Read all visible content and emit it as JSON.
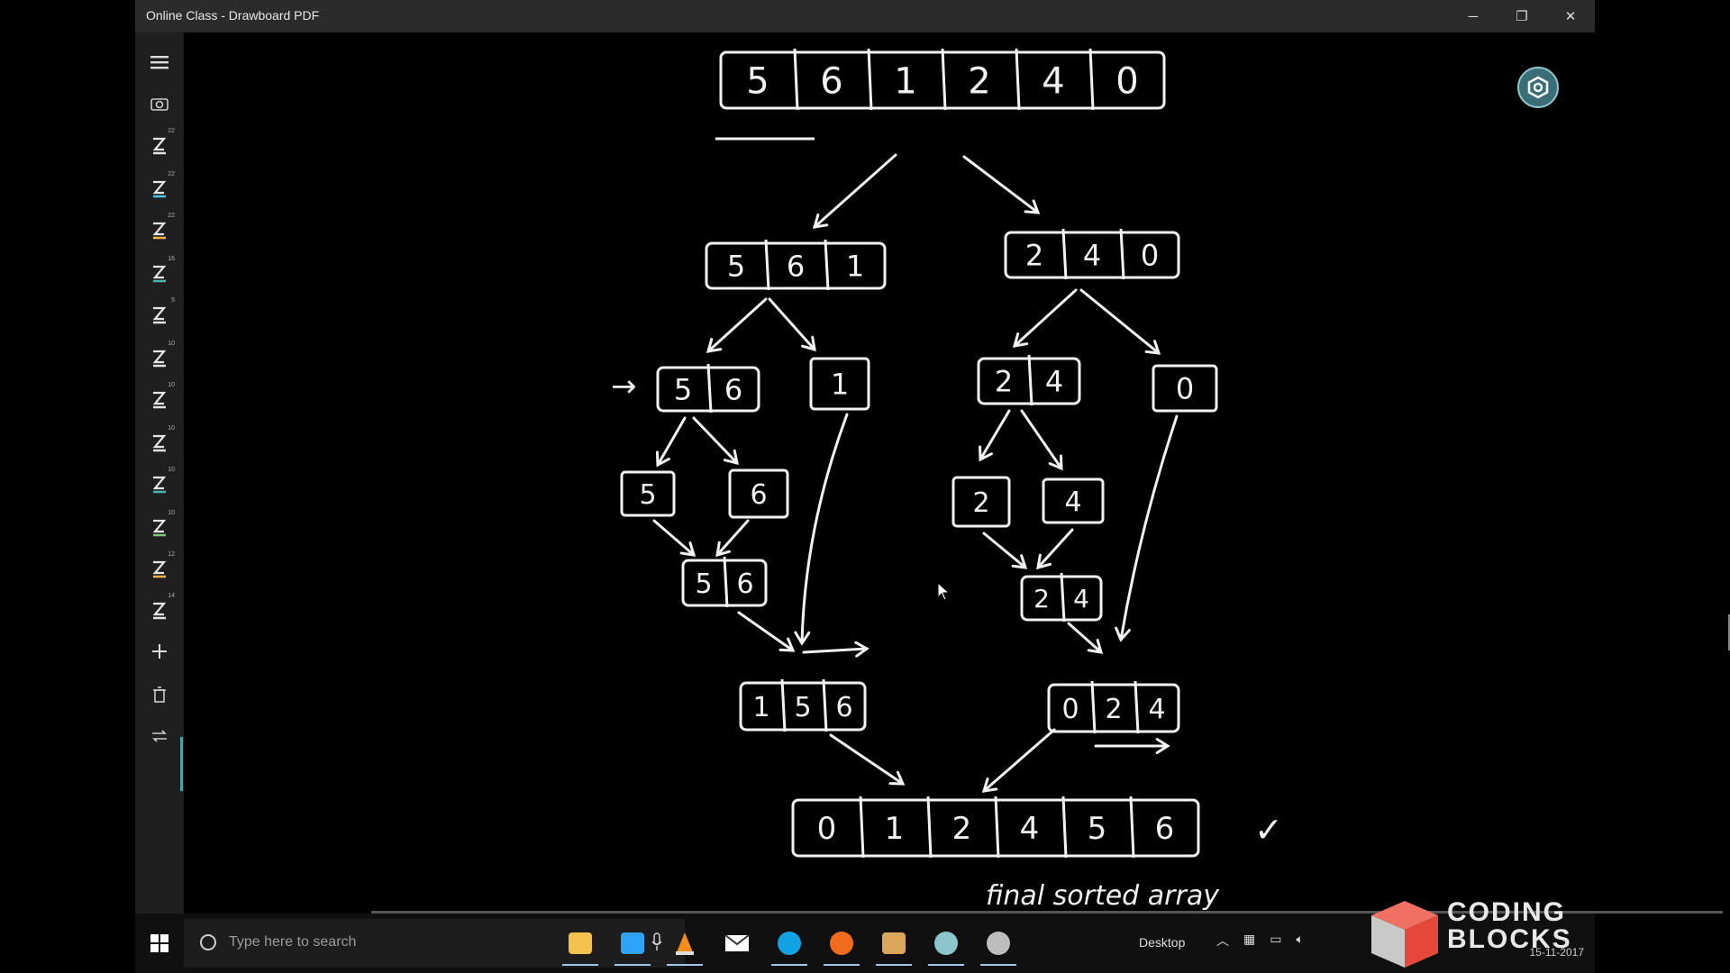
{
  "window": {
    "title": "Online Class - Drawboard PDF",
    "minimize_glyph": "─",
    "maximize_glyph": "❐",
    "close_glyph": "✕"
  },
  "toolbar": {
    "tools": [
      {
        "icon": "hamburger-menu-icon"
      },
      {
        "icon": "camera-icon"
      },
      {
        "icon": "pen-icon",
        "color": "#e0e0e0",
        "size": "22"
      },
      {
        "icon": "pen-icon",
        "color": "#4fc3f7",
        "size": "22"
      },
      {
        "icon": "pen-icon",
        "color": "#ffb74d",
        "size": "22"
      },
      {
        "icon": "pen-icon",
        "color": "#4db6ac",
        "size": "16"
      },
      {
        "icon": "pen-icon",
        "color": "#e0e0e0",
        "size": "5"
      },
      {
        "icon": "pen-icon",
        "color": "#e0e0e0",
        "size": "10"
      },
      {
        "icon": "pen-icon",
        "color": "#e0e0e0",
        "size": "10"
      },
      {
        "icon": "pen-icon",
        "color": "#e0e0e0",
        "size": "10"
      },
      {
        "icon": "pen-icon",
        "color": "#4db6ac",
        "size": "10"
      },
      {
        "icon": "pen-icon",
        "color": "#81c784",
        "size": "10"
      },
      {
        "icon": "pen-icon",
        "color": "#ffb74d",
        "size": "12"
      },
      {
        "icon": "pen-icon",
        "color": "#e0e0e0",
        "size": "14"
      },
      {
        "icon": "plus-icon"
      },
      {
        "icon": "trash-icon"
      },
      {
        "icon": "swap-icon"
      }
    ],
    "accent_color": "#4fa3a5"
  },
  "drawing": {
    "input_array": [
      "5",
      "6",
      "1",
      "2",
      "4",
      "0"
    ],
    "left_half": [
      "5",
      "6",
      "1"
    ],
    "right_half": [
      "2",
      "4",
      "0"
    ],
    "left_pair": [
      "5",
      "6"
    ],
    "left_single": "1",
    "right_pair": [
      "2",
      "4"
    ],
    "right_single": "0",
    "leaf_5": "5",
    "leaf_6": "6",
    "leaf_2": "2",
    "leaf_4": "4",
    "merged_56": [
      "5",
      "6"
    ],
    "merged_24": [
      "2",
      "4"
    ],
    "merged_156": [
      "1",
      "5",
      "6"
    ],
    "merged_024": [
      "0",
      "2",
      "4"
    ],
    "final_array": [
      "0",
      "1",
      "2",
      "4",
      "5",
      "6"
    ],
    "arrow_marker": "→",
    "checkmark": "✓",
    "caption": "final sorted array"
  },
  "taskbar": {
    "search_placeholder": "Type here to search",
    "desktop_label": "Desktop",
    "apps": [
      {
        "icon": "file-explorer-icon",
        "color": "#f2c14e"
      },
      {
        "icon": "photoshop-icon",
        "color": "#2fa3f7"
      },
      {
        "icon": "vlc-icon",
        "color": "#f28c1a"
      },
      {
        "icon": "mail-icon",
        "color": "#e0e0e0"
      },
      {
        "icon": "skype-icon",
        "color": "#12a3e4"
      },
      {
        "icon": "firefox-icon",
        "color": "#f26b1d"
      },
      {
        "icon": "image-viewer-icon",
        "color": "#d9a65a"
      },
      {
        "icon": "drawboard-icon",
        "color": "#8cc6cc"
      },
      {
        "icon": "chrome-icon",
        "color": "#bdbdbd"
      }
    ],
    "clock_date": "15-11-2017"
  },
  "watermark": {
    "line1": "CODING",
    "line2": "BLOCKS",
    "cube_color": "#e5483b"
  }
}
